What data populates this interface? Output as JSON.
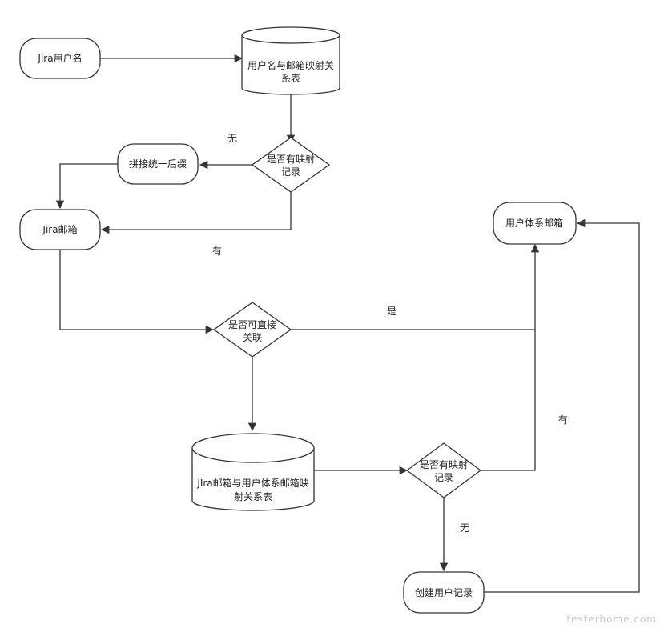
{
  "diagram": {
    "nodes": {
      "jira_username": "Jira用户名",
      "map_table_1": [
        "用户名与邮箱映射关",
        "系表"
      ],
      "decision_1": [
        "是否有映射",
        "记录"
      ],
      "append_suffix": "拼接统一后缀",
      "jira_email": "Jira邮箱",
      "user_system_email": "用户体系邮箱",
      "decision_2": [
        "是否可直接",
        "关联"
      ],
      "map_table_2": [
        "JIra邮箱与用户体系邮箱映",
        "射关系表"
      ],
      "decision_3": [
        "是否有映射",
        "记录"
      ],
      "create_user_record": "创建用户记录"
    },
    "edge_labels": {
      "none_1": "无",
      "has_1": "有",
      "yes_1": "是",
      "has_2": "有",
      "none_2": "无"
    }
  },
  "watermark": "testerhome.com"
}
